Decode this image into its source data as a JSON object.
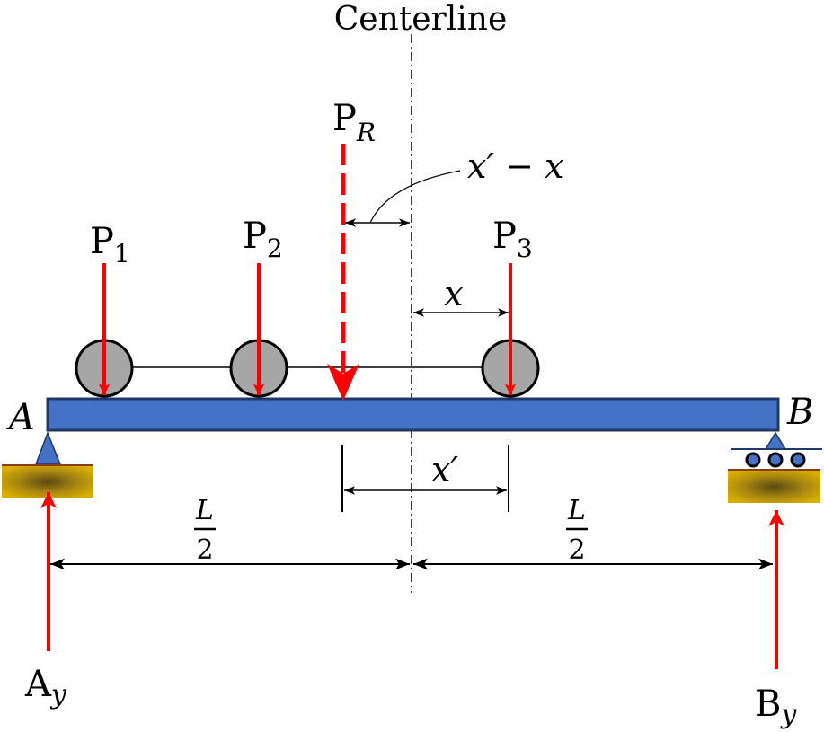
{
  "diagram": {
    "centerline_label": "Centerline",
    "resultant": {
      "letter": "P",
      "sub": "R"
    },
    "loads": [
      {
        "letter": "P",
        "sub": "1"
      },
      {
        "letter": "P",
        "sub": "2"
      },
      {
        "letter": "P",
        "sub": "3"
      }
    ],
    "supports": {
      "left": {
        "point": "A",
        "reaction_letter": "A",
        "reaction_sub": "y"
      },
      "right": {
        "point": "B",
        "reaction_letter": "B",
        "reaction_sub": "y"
      }
    },
    "dimensions": {
      "x_prime_minus_x": "x′ − x",
      "x": "x",
      "x_prime": "x′",
      "half_span_num": "L",
      "half_span_den": "2"
    },
    "colors": {
      "beam_fill": "#4472C4",
      "beam_stroke": "#1F3864",
      "load_arrow": "#FF0000",
      "wheel_fill": "#A6A6A6",
      "support_triangle": "#4472C4",
      "foundation_gold": "#C9A000",
      "foundation_dark": "#5A4A10"
    }
  }
}
